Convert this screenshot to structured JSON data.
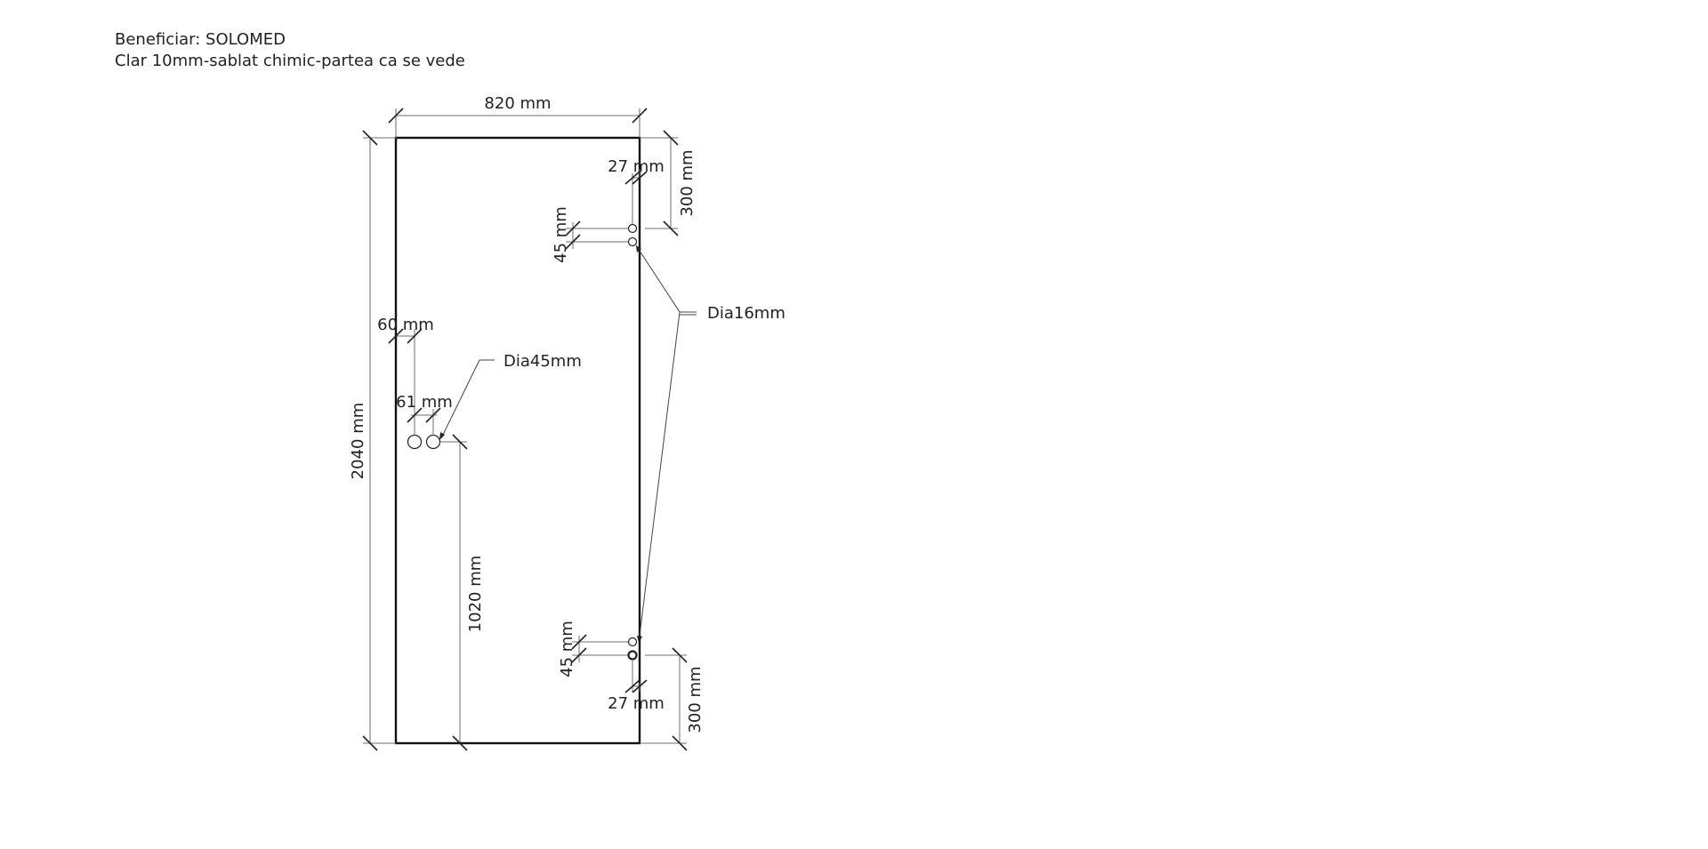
{
  "header": {
    "beneficiary": "Beneficiar: SOLOMED",
    "glass_spec": "Clar 10mm-sablat chimic-partea ca se vede"
  },
  "dimensions": {
    "width": "820 mm",
    "height": "2040 mm",
    "top_hinge_from_top": "300 mm",
    "top_hinge_edge_offset": "27 mm",
    "top_hinge_spacing": "45 mm",
    "bottom_hinge_spacing": "45 mm",
    "bottom_hinge_edge_offset": "27 mm",
    "bottom_hinge_from_bottom": "300 mm",
    "handle_edge_offset": "60 mm",
    "handle_spacing": "61 mm",
    "handle_height": "1020 mm"
  },
  "labels": {
    "small_holes": "Dia16mm",
    "handle_holes": "Dia45mm"
  },
  "colors": {
    "line": "#111111",
    "dimension": "#6e6e6e",
    "text": "#222222"
  }
}
